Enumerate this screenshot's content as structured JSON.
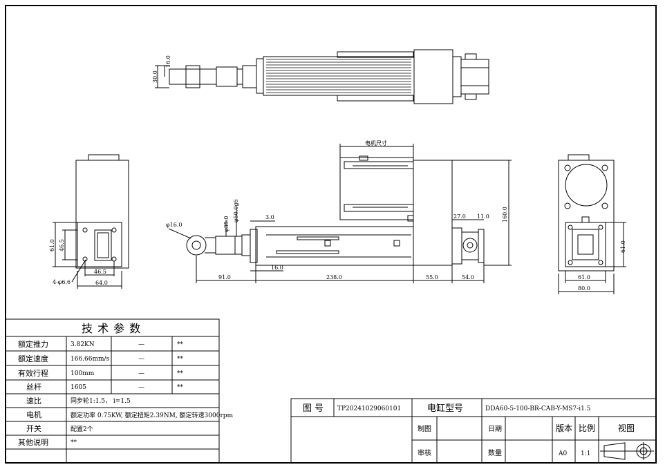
{
  "dimensions": {
    "top_view": {
      "d16": "16.0",
      "d30": "30.0"
    },
    "left_view": {
      "d61": "61.0",
      "d46_5v": "46.5",
      "d46_5h": "46.5",
      "d64": "64.0",
      "holes": "4-φ6.6"
    },
    "main_view": {
      "motor_size": "电机尺寸",
      "phi16": "φ16.0",
      "phi35": "φ35.0",
      "phi50": "φ50.0g6",
      "d3": "3.0",
      "d16": "16.0",
      "d91": "91.0",
      "d238": "238.0",
      "d55": "55.0",
      "d54": "54.0",
      "d27": "27.0",
      "d11": "11.0",
      "d160": "160.0"
    },
    "right_view": {
      "d61v": "61.0",
      "d61h": "61.0",
      "d80": "80.0"
    }
  },
  "specs": {
    "title": "技 术 参 数",
    "rows": [
      {
        "label": "额定推力",
        "value": "3.82KN",
        "c2": "—",
        "c3": "**"
      },
      {
        "label": "额定速度",
        "value": "166.66mm/s",
        "c2": "—",
        "c3": "**"
      },
      {
        "label": "有效行程",
        "value": "100mm",
        "c2": "—",
        "c3": "**"
      },
      {
        "label": "丝杆",
        "value": "1605",
        "c2": "—",
        "c3": "**"
      },
      {
        "label": "速比",
        "value": "同步轮1:1.5， i=1.5"
      },
      {
        "label": "电机",
        "value": "额定功率 0.75KW, 额定扭矩2.39NM, 额定转速3000rpm"
      },
      {
        "label": "开关",
        "value": "配置2个"
      },
      {
        "label": "其他说明",
        "value": "**"
      }
    ]
  },
  "title_block": {
    "drawing_no_label": "图 号",
    "drawing_no": "TP20241029060101",
    "model_label": "电缸型号",
    "model": "DDA60-5-100-BR-CAB-Y-MS7-i1.5",
    "drawn_label": "制图",
    "date_label": "日期",
    "version_label": "版本",
    "scale_label": "比例",
    "view_label": "视图",
    "review_label": "审核",
    "qty_label": "数量",
    "version": "A0",
    "scale": "1:1"
  }
}
